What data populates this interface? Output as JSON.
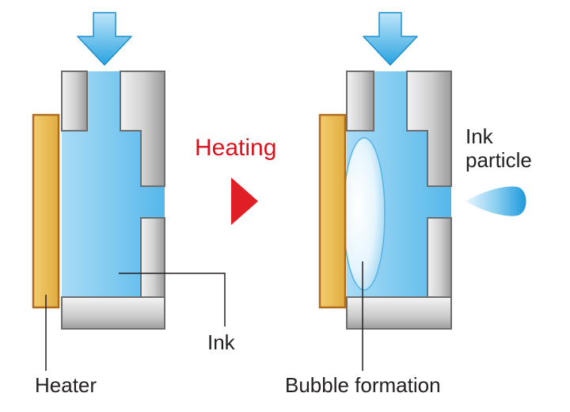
{
  "diagram": {
    "step_label": "Heating",
    "callouts": {
      "ink": "Ink",
      "heater": "Heater",
      "bubble": "Bubble formation",
      "particle": "Ink particle"
    }
  },
  "colors": {
    "arrow": "#29a3e0",
    "ink": "#7cc7ef",
    "heater": "#e8b84f",
    "heater_border": "#b06b1e",
    "wall": "#b8b8b8",
    "step_arrow": "#e01e25",
    "step_text": "#d7141e"
  }
}
